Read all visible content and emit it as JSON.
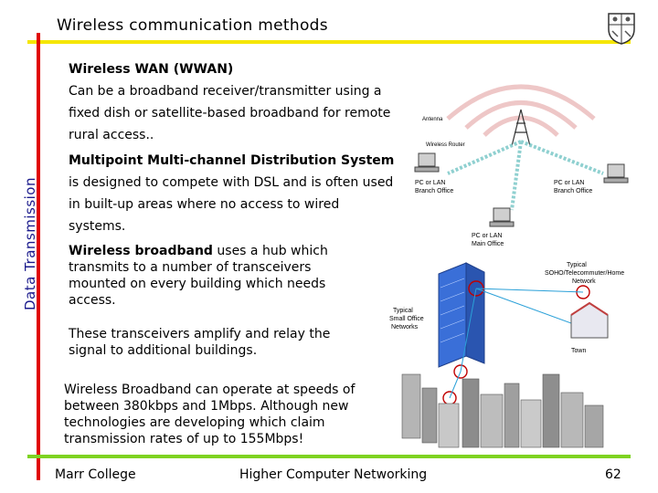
{
  "slide": {
    "title": "Wireless communication methods",
    "side_title": "Data Transmission"
  },
  "body": {
    "wwan_heading": "Wireless WAN (WWAN)",
    "wwan_text": "Can be a broadband receiver/transmitter using a fixed dish or satellite-based broadband for remote rural access..",
    "mmds_bold": "Multipoint Multi-channel Distribution System",
    "mmds_text": " is designed to compete with DSL and is often used in built-up areas where no access to wired systems.",
    "wb_bold": "Wireless broadband",
    "wb_text": " uses a hub which transmits to a number of transceivers mounted on every building which needs access.",
    "relay_text": "These transceivers amplify and relay the signal to additional buildings.",
    "speed_text": "Wireless Broadband can operate at speeds of between 380kbps and 1Mbps. Although new technologies are developing which claim transmission rates of up to 155Mbps!"
  },
  "diagram": {
    "labels": {
      "antenna": "Antenna",
      "wireless_router": "Wireless Router",
      "pc_lan_branch_left": "PC or LAN",
      "branch_office_left": "Branch Office",
      "pc_lan_branch_right": "PC or LAN",
      "branch_office_right": "Branch Office",
      "pc_lan_main": "PC or LAN",
      "main_office": "Main Office",
      "typical_soho": "Typical",
      "soho_network": "SOHO/Telecommuter/Home",
      "network": "Network",
      "typical_small": "Typical",
      "small_office": "Small Office",
      "networks": "Networks",
      "town": "Town"
    },
    "colors": {
      "arc": "#e8b0b0",
      "building": "#3a6fd8",
      "city": "#8c8c8c"
    }
  },
  "footer": {
    "left": "Marr College",
    "center": "Higher Computer Networking",
    "page": "62"
  }
}
